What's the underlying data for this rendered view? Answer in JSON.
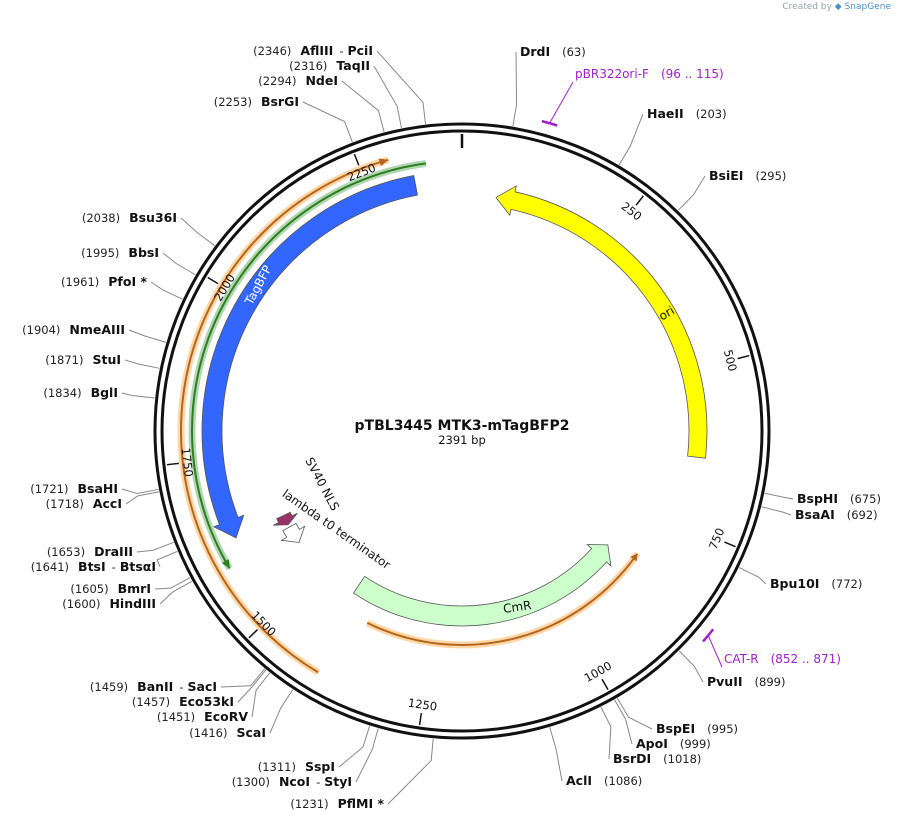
{
  "credit": {
    "prefix": "Created by",
    "brand": "SnapGene"
  },
  "plasmid": {
    "name": "pTBL3445 MTK3-mTagBFP2",
    "length_label": "2391 bp",
    "length": 2391
  },
  "ticks": [
    {
      "pos": 250,
      "label": "250"
    },
    {
      "pos": 500,
      "label": "500"
    },
    {
      "pos": 750,
      "label": "750"
    },
    {
      "pos": 1000,
      "label": "1000"
    },
    {
      "pos": 1250,
      "label": "1250"
    },
    {
      "pos": 1500,
      "label": "1500"
    },
    {
      "pos": 1750,
      "label": "1750"
    },
    {
      "pos": 2000,
      "label": "2000"
    },
    {
      "pos": 2250,
      "label": "2250"
    }
  ],
  "sites": [
    {
      "name": "DrdI",
      "pos_label": "(63)",
      "pos": 63
    },
    {
      "name": "HaeII",
      "pos_label": "(203)",
      "pos": 203
    },
    {
      "name": "BsiEI",
      "pos_label": "(295)",
      "pos": 295
    },
    {
      "name": "BspHI",
      "pos_label": "(675)",
      "pos": 675
    },
    {
      "name": "BsaAI",
      "pos_label": "(692)",
      "pos": 692
    },
    {
      "name": "Bpu10I",
      "pos_label": "(772)",
      "pos": 772
    },
    {
      "name": "PvuII",
      "pos_label": "(899)",
      "pos": 899
    },
    {
      "name": "BspEI",
      "pos_label": "(995)",
      "pos": 995
    },
    {
      "name": "ApoI",
      "pos_label": "(999)",
      "pos": 999
    },
    {
      "name": "BsrDI",
      "pos_label": "(1018)",
      "pos": 1018
    },
    {
      "name": "AclI",
      "pos_label": "(1086)",
      "pos": 1086
    },
    {
      "name": "PflMI *",
      "pos_label": "(1231)",
      "pos": 1231
    },
    {
      "name": "NcoI",
      "name2": "StyI",
      "pos_label": "(1300)",
      "pos": 1300
    },
    {
      "name": "SspI",
      "pos_label": "(1311)",
      "pos": 1311
    },
    {
      "name": "ScaI",
      "pos_label": "(1416)",
      "pos": 1416
    },
    {
      "name": "EcoRV",
      "pos_label": "(1451)",
      "pos": 1451
    },
    {
      "name": "Eco53kI",
      "pos_label": "(1457)",
      "pos": 1457
    },
    {
      "name": "BanII",
      "name2": "SacI",
      "pos_label": "(1459)",
      "pos": 1459
    },
    {
      "name": "HindIII",
      "pos_label": "(1600)",
      "pos": 1600
    },
    {
      "name": "BmrI",
      "pos_label": "(1605)",
      "pos": 1605
    },
    {
      "name": "BtsI",
      "name2": "BtsαI",
      "pos_label": "(1641)",
      "pos": 1641
    },
    {
      "name": "DraIII",
      "pos_label": "(1653)",
      "pos": 1653
    },
    {
      "name": "AccI",
      "pos_label": "(1718)",
      "pos": 1718
    },
    {
      "name": "BsaHI",
      "pos_label": "(1721)",
      "pos": 1721
    },
    {
      "name": "BglI",
      "pos_label": "(1834)",
      "pos": 1834
    },
    {
      "name": "StuI",
      "pos_label": "(1871)",
      "pos": 1871
    },
    {
      "name": "NmeAIII",
      "pos_label": "(1904)",
      "pos": 1904
    },
    {
      "name": "PfoI *",
      "pos_label": "(1961)",
      "pos": 1961
    },
    {
      "name": "BbsI",
      "pos_label": "(1995)",
      "pos": 1995
    },
    {
      "name": "Bsu36I",
      "pos_label": "(2038)",
      "pos": 2038
    },
    {
      "name": "BsrGI",
      "pos_label": "(2253)",
      "pos": 2253
    },
    {
      "name": "NdeI",
      "pos_label": "(2294)",
      "pos": 2294
    },
    {
      "name": "TaqII",
      "pos_label": "(2316)",
      "pos": 2316
    },
    {
      "name": "AflIII",
      "name2": "PciI",
      "pos_label": "(2346)",
      "pos": 2346
    }
  ],
  "primers": [
    {
      "name": "pBR322ori-F",
      "range_label": "(96 .. 115)",
      "start": 96,
      "end": 115
    },
    {
      "name": "CAT-R",
      "range_label": "(852 .. 871)",
      "start": 852,
      "end": 871
    }
  ],
  "features": [
    {
      "name": "ori",
      "start": 55,
      "end": 640,
      "direction": "reverse",
      "color": "#ffff00"
    },
    {
      "name": "CmR",
      "start": 850,
      "end": 1420,
      "direction": "reverse",
      "color": "#ccffcc"
    },
    {
      "name": "TagBFP",
      "start": 1625,
      "end": 2320,
      "direction": "reverse",
      "color": "#3366ff"
    },
    {
      "name": "SV40 NLS",
      "start": 1605,
      "end": 1625,
      "direction": "reverse",
      "color": "#993366"
    },
    {
      "name": "lambda t0 terminator",
      "start": 1565,
      "end": 1600,
      "direction": "reverse",
      "color": "#ffffff"
    }
  ],
  "orfs": [
    {
      "start": 830,
      "end": 1370,
      "direction": "reverse",
      "color": "#ff8c00"
    },
    {
      "start": 1590,
      "end": 2340,
      "direction": "reverse",
      "color": "#228b22"
    },
    {
      "start": 1400,
      "end": 2290,
      "direction": "forward",
      "color": "#ff8c00"
    }
  ]
}
